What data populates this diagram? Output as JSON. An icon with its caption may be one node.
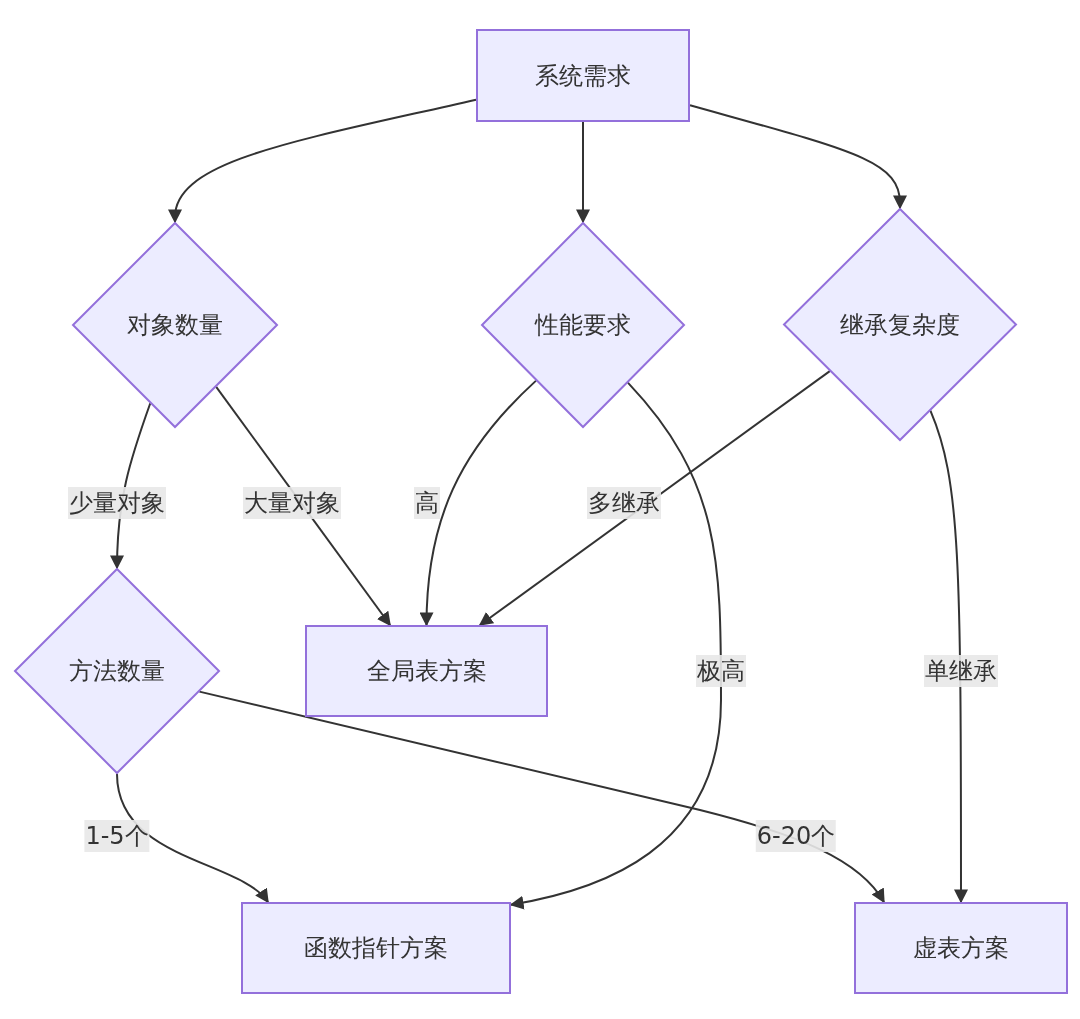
{
  "diagram": {
    "nodes": [
      {
        "text": [
          "系统需求"
        ]
      },
      {
        "text": [
          "对象数量"
        ]
      },
      {
        "text": [
          "性能要求"
        ]
      },
      {
        "text": [
          "继承复杂度"
        ]
      },
      {
        "text": [
          "方法数量"
        ]
      },
      {
        "text": [
          "全局表方案"
        ]
      },
      {
        "text": [
          "函数指针方案"
        ]
      },
      {
        "text": [
          "虚表方案"
        ]
      }
    ],
    "edges": [
      {
        "from": 0,
        "to": 1,
        "arrow": "to"
      },
      {
        "from": 0,
        "to": 2,
        "arrow": "to"
      },
      {
        "from": 0,
        "to": 3,
        "arrow": "to"
      },
      {
        "from": 1,
        "to": 4,
        "arrow": "to",
        "label": "少量对象"
      },
      {
        "from": 1,
        "to": 5,
        "arrow": "to",
        "label": "大量对象"
      },
      {
        "from": 2,
        "to": 5,
        "arrow": "to",
        "label": "高"
      },
      {
        "from": 2,
        "to": 6,
        "arrow": "to",
        "label": "极高"
      },
      {
        "from": 3,
        "to": 5,
        "arrow": "to",
        "label": "多继承"
      },
      {
        "from": 3,
        "to": 7,
        "arrow": "to",
        "label": "单继承"
      },
      {
        "from": 4,
        "to": 6,
        "arrow": "to",
        "label": "1-5个"
      },
      {
        "from": 4,
        "to": 7,
        "arrow": "to",
        "label": "6-20个"
      }
    ]
  }
}
